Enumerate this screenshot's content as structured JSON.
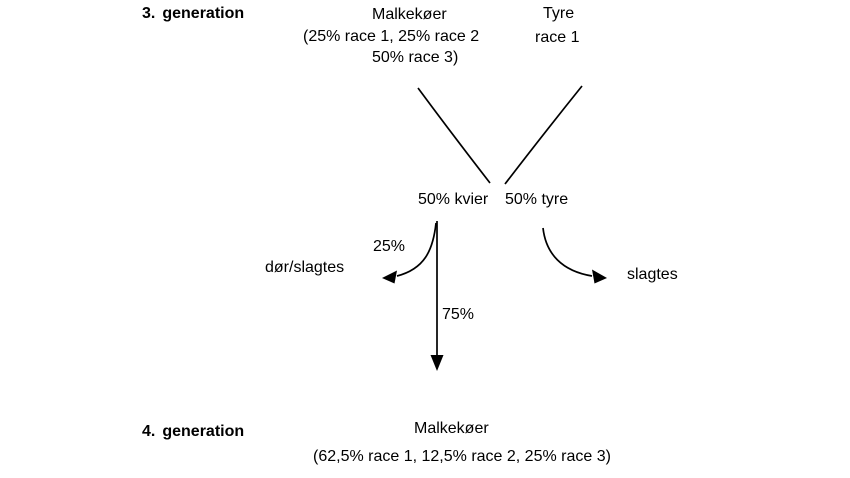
{
  "diagram": {
    "bg_color": "#ffffff",
    "ink_color": "#000000",
    "gen3": {
      "number": "3.",
      "label": "generation"
    },
    "dam": {
      "title": "Malkekøer",
      "comp_line1": "(25% race 1, 25% race 2",
      "comp_line2": "50% race 3)"
    },
    "sire": {
      "title": "Tyre",
      "subtitle": "race 1"
    },
    "offspring": {
      "heifers": "50% kvier",
      "bulls": "50% tyre"
    },
    "left_branch": {
      "percent": "25%",
      "label": "dør/slagtes"
    },
    "right_branch": {
      "label": "slagtes"
    },
    "down_branch": {
      "percent": "75%"
    },
    "gen4": {
      "number": "4.",
      "label": "generation"
    },
    "result": {
      "title": "Malkekøer",
      "composition": "(62,5% race 1, 12,5% race 2, 25% race 3)"
    }
  }
}
